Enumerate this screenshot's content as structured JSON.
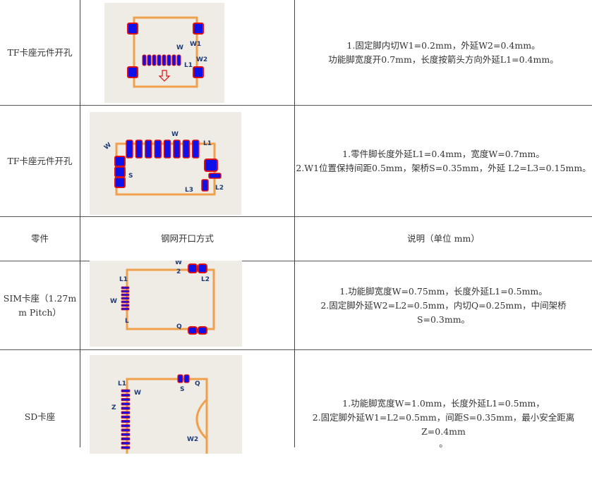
{
  "rows": [
    {
      "component": "TF卡座元件开孔",
      "notes": [
        "1.固定脚内切W1=0.2mm，外延W2=0.4mm。",
        "功能脚宽度开0.7mm，长度按箭头方向外延L1=0.4mm。"
      ],
      "figure_labels": {
        "w": "W",
        "l1": "L1",
        "w1": "W1",
        "w2": "W2"
      }
    },
    {
      "component": "TF卡座元件开孔",
      "notes": [
        "1.零件脚长度外延L1=0.4mm，宽度W=0.7mm。",
        "2.W1位置保持间距0.5mm，架桥S=0.35mm，外延 L2=L3=0.15mm。"
      ],
      "figure_labels": {
        "w": "W",
        "l1": "L1",
        "w_diag": "W",
        "s": "S",
        "l3": "L3",
        "l2": "L2"
      }
    },
    {
      "component": "SIM卡座（1.27mm Pitch）",
      "notes": [
        "1.功能脚宽度W=0.75mm，长度外延L1=0.5mm。",
        "2.固定脚外延W2=L2=0.5mm，内切Q=0.25mm，中间架桥 S=0.3mm。"
      ],
      "figure_labels": {
        "l1": "L1",
        "w": "W",
        "l": "L",
        "w2_top": "W",
        "two": "2",
        "l2": "L2",
        "q": "Q"
      }
    },
    {
      "component": "SD卡座",
      "notes": [
        "1.功能脚宽度W=1.0mm，长度外延L1=0.5mm，",
        "2.固定脚外延W1=L2=0.5mm，间距S=0.35mm，最小安全距离Z=0.4mm",
        "。"
      ],
      "figure_labels": {
        "l1": "L1",
        "w": "W",
        "z": "Z",
        "s": "S",
        "q": "Q",
        "w2": "W2"
      }
    }
  ],
  "header": {
    "component": "零件",
    "stencil": "钢网开口方式",
    "notes": "说明（单位 mm）"
  },
  "colors": {
    "outline": "#f0a04c",
    "pad_fill": "#1010e8",
    "pad_stroke": "#e01010",
    "figure_bg": "#eeece4",
    "label": "#1f3c7a"
  }
}
